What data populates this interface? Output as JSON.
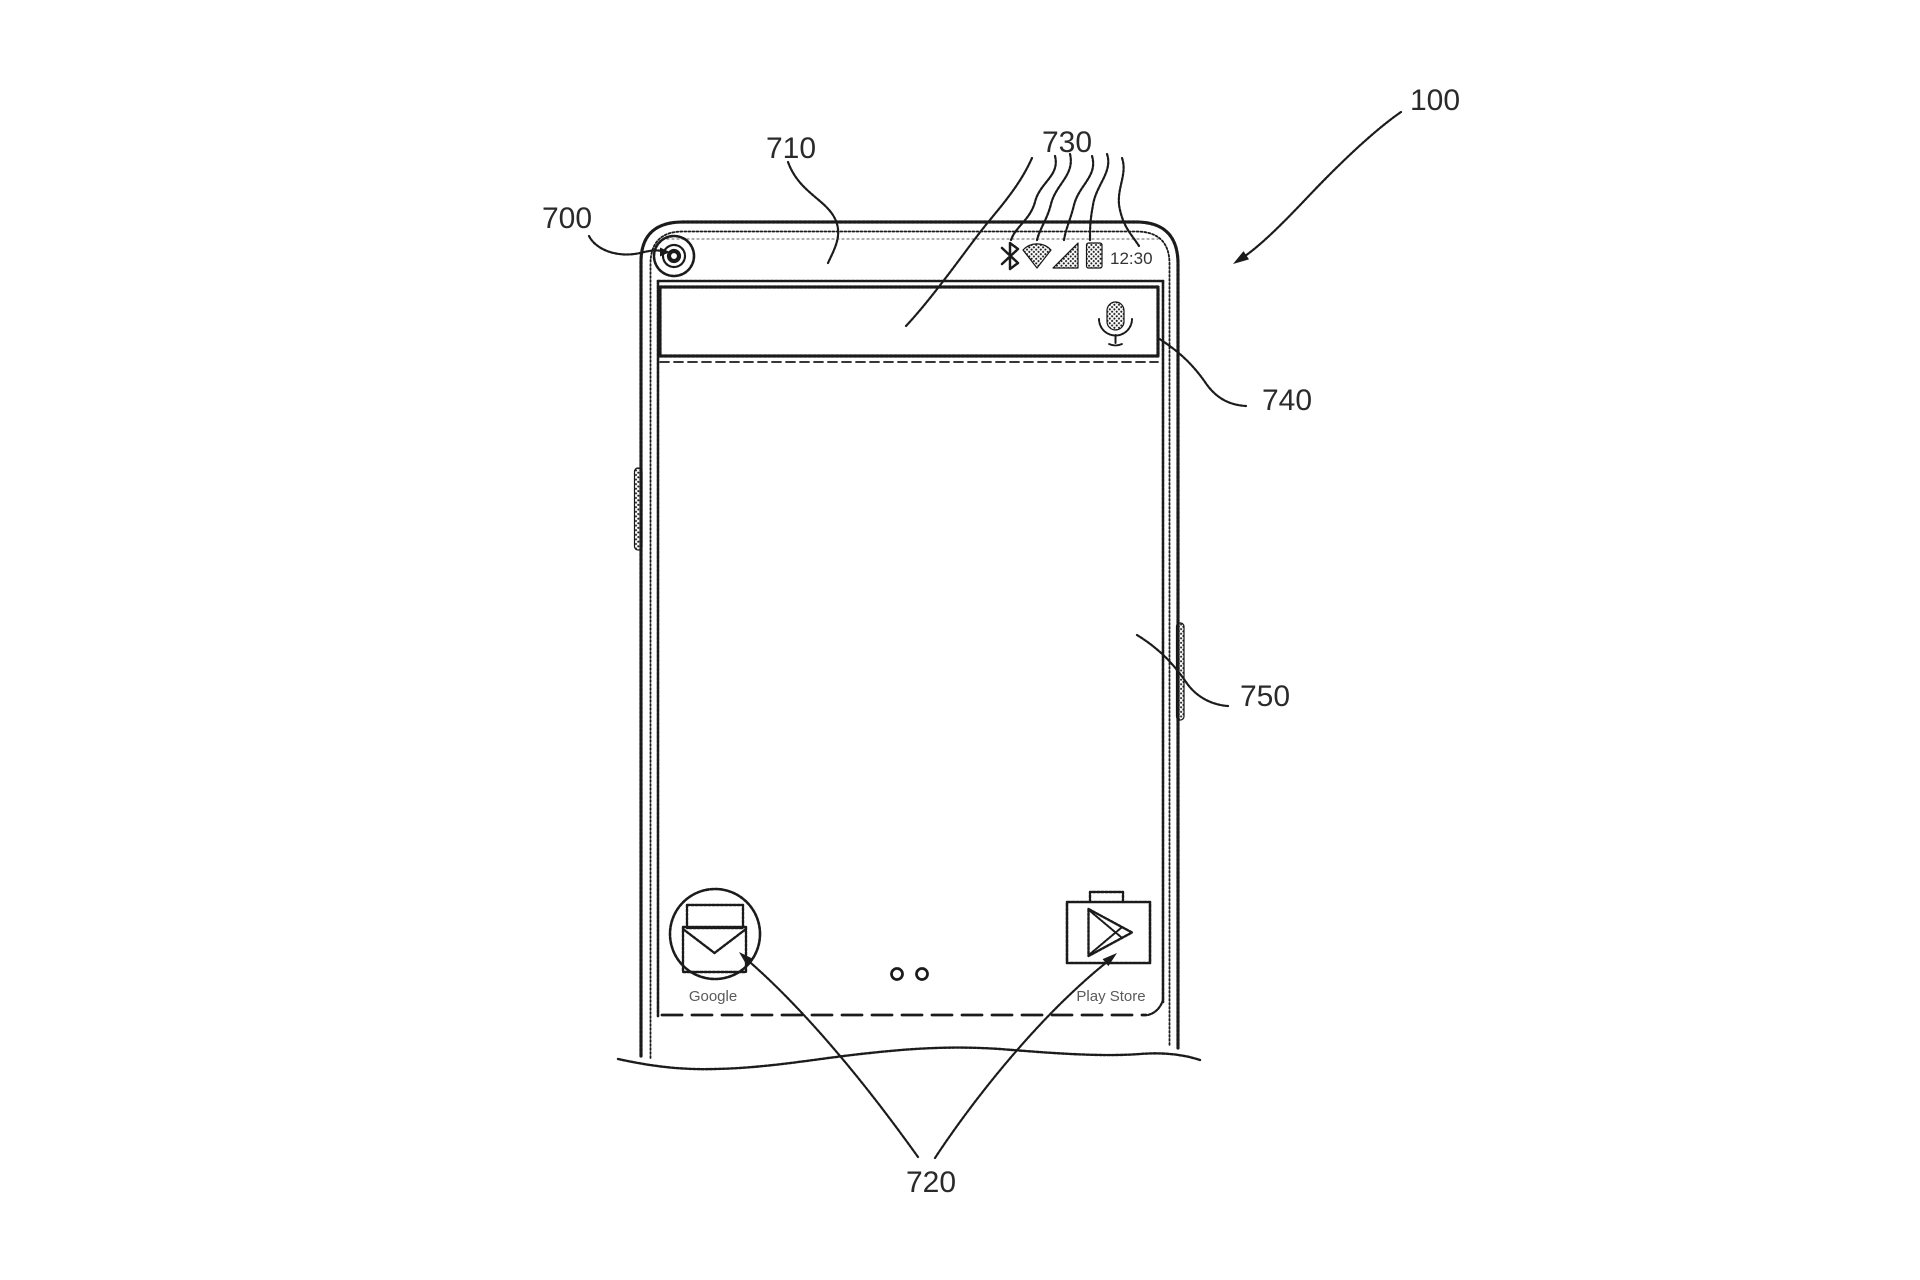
{
  "figure": {
    "type": "patent-figure",
    "subject": "smartphone front view with home screen",
    "reference_labels": {
      "device": "100",
      "front_camera": "700",
      "display_bezel": "710",
      "app_icons": "720",
      "status_icons": "730",
      "search_bar": "740",
      "home_screen_area": "750"
    },
    "status_bar": {
      "time": "12:30",
      "icons": [
        "bluetooth-icon",
        "wifi-icon",
        "cellular-signal-icon",
        "battery-icon"
      ]
    },
    "search_bar": {
      "mic_icon": "microphone-icon"
    },
    "dock": {
      "apps": [
        {
          "label": "Google",
          "icon": "gmail-envelope-icon"
        },
        {
          "label": "Play Store",
          "icon": "play-triangle-icon"
        }
      ],
      "page_indicator_dots": 2
    },
    "colors": {
      "ink": "#1b1b1b",
      "muted_label": "#5a5a5a",
      "background": "#ffffff"
    }
  }
}
